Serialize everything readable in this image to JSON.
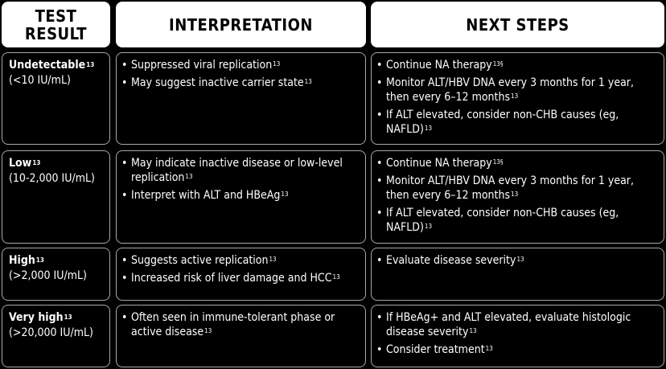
{
  "headers": {
    "test_result": "TEST RESULT",
    "interpretation": "INTERPRETATION",
    "next_steps": "NEXT STEPS"
  },
  "rows": [
    {
      "level": "Undetectable",
      "level_ref": "13",
      "range": "(<10 IU/mL)",
      "interpretation": [
        {
          "text": "Suppressed viral replication",
          "ref": "13"
        },
        {
          "text": "May suggest inactive carrier state",
          "ref": "13"
        }
      ],
      "next_steps": [
        {
          "text": "Continue NA therapy",
          "ref": "13§"
        },
        {
          "text": "Monitor ALT/HBV DNA every 3 months for 1 year, then every 6–12 months",
          "ref": "13"
        },
        {
          "text": "If ALT elevated, consider non-CHB causes (eg, NAFLD)",
          "ref": "13"
        }
      ]
    },
    {
      "level": "Low",
      "level_ref": "13",
      "range": "(10-2,000 IU/mL)",
      "interpretation": [
        {
          "text": "May indicate inactive disease or low-level replication",
          "ref": "13"
        },
        {
          "text": "Interpret with ALT and HBeAg",
          "ref": "13"
        }
      ],
      "next_steps": [
        {
          "text": "Continue NA therapy",
          "ref": "13§"
        },
        {
          "text": "Monitor ALT/HBV DNA every 3 months for 1 year, then every 6–12 months",
          "ref": "13"
        },
        {
          "text": "If ALT elevated, consider non-CHB causes (eg, NAFLD)",
          "ref": "13"
        }
      ]
    },
    {
      "level": "High",
      "level_ref": "13",
      "range": "(>2,000 IU/mL)",
      "interpretation": [
        {
          "text": "Suggests active replication",
          "ref": "13"
        },
        {
          "text": "Increased risk of liver damage and HCC",
          "ref": "13"
        }
      ],
      "next_steps": [
        {
          "text": "Evaluate disease severity",
          "ref": "13"
        }
      ]
    },
    {
      "level": "Very high",
      "level_ref": "13",
      "range": "(>20,000 IU/mL)",
      "interpretation": [
        {
          "text": "Often seen in immune-tolerant phase or active disease",
          "ref": "13"
        }
      ],
      "next_steps": [
        {
          "text": "If HBeAg+ and ALT elevated, evaluate histologic disease severity",
          "ref": "13"
        },
        {
          "text": "Consider treatment",
          "ref": "13"
        }
      ]
    }
  ],
  "colors": {
    "background": "#000000",
    "header_bg": "#ffffff",
    "header_text": "#000000",
    "border": "#a8a8a8",
    "text": "#ffffff"
  }
}
